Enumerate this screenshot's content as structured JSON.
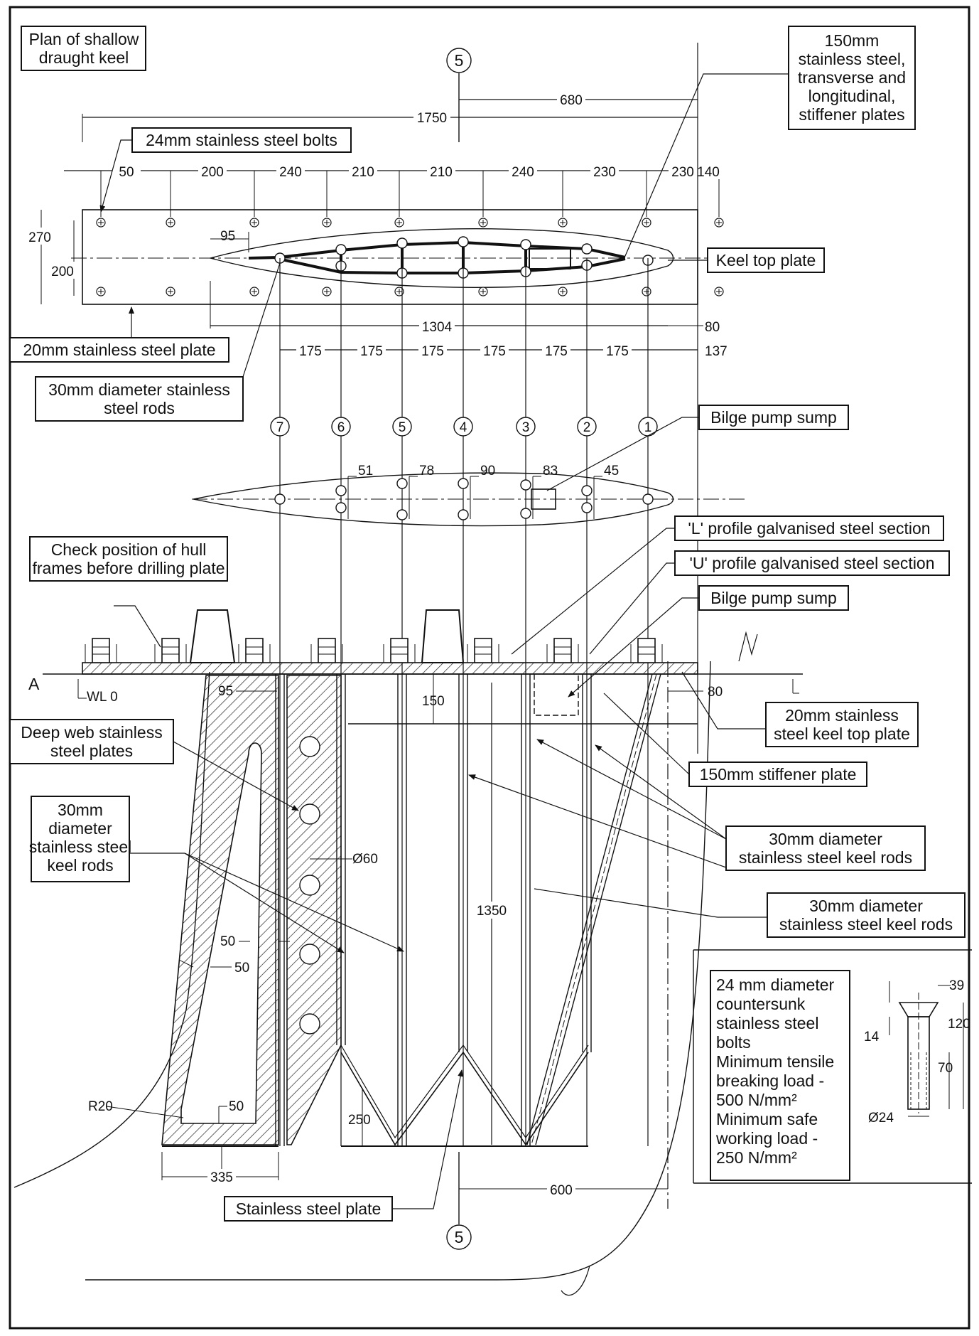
{
  "labels": {
    "plan_title_1": "Plan of shallow",
    "plan_title_2": "draught keel",
    "stiff150_1": "150mm",
    "stiff150_2": "stainless steel,",
    "stiff150_3": "transverse and",
    "stiff150_4": "longitudinal,",
    "stiff150_5": "stiffener plates",
    "bolts24": "24mm stainless steel bolts",
    "keel_top_plate": "Keel top plate",
    "plate20": "20mm stainless steel plate",
    "rods30_1": "30mm diameter stainless",
    "rods30_2": "steel rods",
    "bilge_sump_1": "Bilge pump sump",
    "l_profile": "'L' profile galvanised steel section",
    "u_profile": "'U' profile galvanised steel section",
    "bilge_sump_2": "Bilge pump sump",
    "check_hull_1": "Check position of hull",
    "check_hull_2": "frames before drilling plate",
    "keel_top_20_1": "20mm stainless",
    "keel_top_20_2": "steel keel top plate",
    "deep_web_1": "Deep web stainless",
    "deep_web_2": "steel plates",
    "stiff150_plate": "150mm stiffener plate",
    "keel_rods_a_1": "30mm",
    "keel_rods_a_2": "diameter",
    "keel_rods_a_3": "stainless steel",
    "keel_rods_a_4": "keel rods",
    "keel_rods_b_1": "30mm diameter",
    "keel_rods_b_2": "stainless steel keel rods",
    "keel_rods_c_1": "30mm diameter",
    "keel_rods_c_2": "stainless steel keel rods",
    "ss_plate": "Stainless steel plate",
    "section_a": "A",
    "wl0": "WL 0",
    "bolt_spec_1": "24 mm  diameter",
    "bolt_spec_2": "countersunk",
    "bolt_spec_3": "stainless steel",
    "bolt_spec_4": "bolts",
    "bolt_spec_5": "Minimum tensile",
    "bolt_spec_6": "breaking load -",
    "bolt_spec_7": "500 N/mm²",
    "bolt_spec_8": "Minimum safe",
    "bolt_spec_9": "working load -",
    "bolt_spec_10": "250 N/mm²"
  },
  "dims": {
    "d1750": "1750",
    "d680": "680",
    "bolt_spacing": [
      "50",
      "200",
      "240",
      "210",
      "210",
      "240",
      "230",
      "230",
      "140"
    ],
    "d270": "270",
    "d200": "200",
    "d95a": "95",
    "d1304": "1304",
    "d80a": "80",
    "rod_spacing": [
      "175",
      "175",
      "175",
      "175",
      "175",
      "175"
    ],
    "d137": "137",
    "offsets": [
      "45",
      "83",
      "90",
      "78",
      "51"
    ],
    "d95b": "95",
    "d150": "150",
    "d80b": "80",
    "d60": "Ø60",
    "d1350": "1350",
    "d50a": "50",
    "d50b": "50",
    "d50c": "50",
    "r20": "R20",
    "d250": "250",
    "d335": "335",
    "d600": "600",
    "b39": "39",
    "b120": "120",
    "b14": "14",
    "b70": "70",
    "b24": "Ø24"
  },
  "rod_numbers": [
    "7",
    "6",
    "5",
    "4",
    "3",
    "2",
    "1"
  ],
  "section_marker": "5"
}
